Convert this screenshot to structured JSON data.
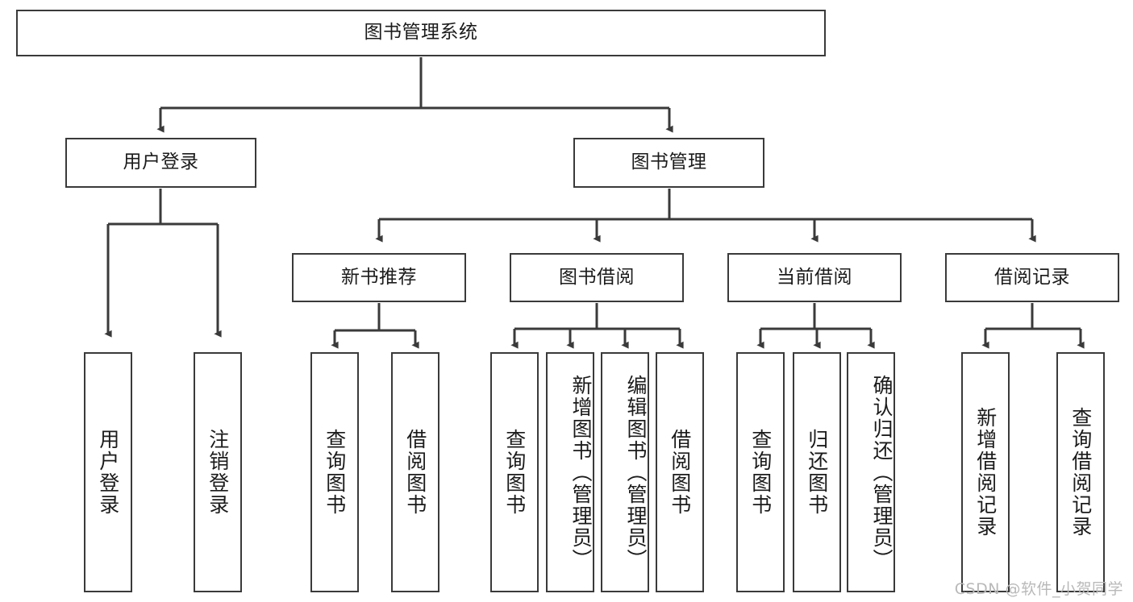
{
  "diagram": {
    "title": "图书管理系统",
    "type": "tree",
    "colors": {
      "stroke": "#3a3a3a",
      "fill": "#ffffff",
      "text": "#1b1b1b",
      "watermark": "#b9b9b9"
    },
    "root": {
      "label": "图书管理系统"
    },
    "level2": [
      {
        "label": "用户登录"
      },
      {
        "label": "图书管理"
      }
    ],
    "level3": [
      {
        "label": "新书推荐"
      },
      {
        "label": "图书借阅"
      },
      {
        "label": "当前借阅"
      },
      {
        "label": "借阅记录"
      }
    ],
    "leaves": {
      "user_login": [
        {
          "label": "用户登录"
        },
        {
          "label": "注销登录"
        }
      ],
      "new_book_recommend": [
        {
          "label": "查询图书"
        },
        {
          "label": "借阅图书"
        }
      ],
      "book_borrow": [
        {
          "label": "查询图书"
        },
        {
          "label": "新增图书（管理员）"
        },
        {
          "label": "编辑图书（管理员）"
        },
        {
          "label": "借阅图书"
        }
      ],
      "current_borrow": [
        {
          "label": "查询图书"
        },
        {
          "label": "归还图书"
        },
        {
          "label": "确认归还（管理员）"
        }
      ],
      "borrow_records": [
        {
          "label": "新增借阅记录"
        },
        {
          "label": "查询借阅记录"
        }
      ]
    }
  },
  "watermark": {
    "text": "CSDN @软件_小贺同学"
  }
}
